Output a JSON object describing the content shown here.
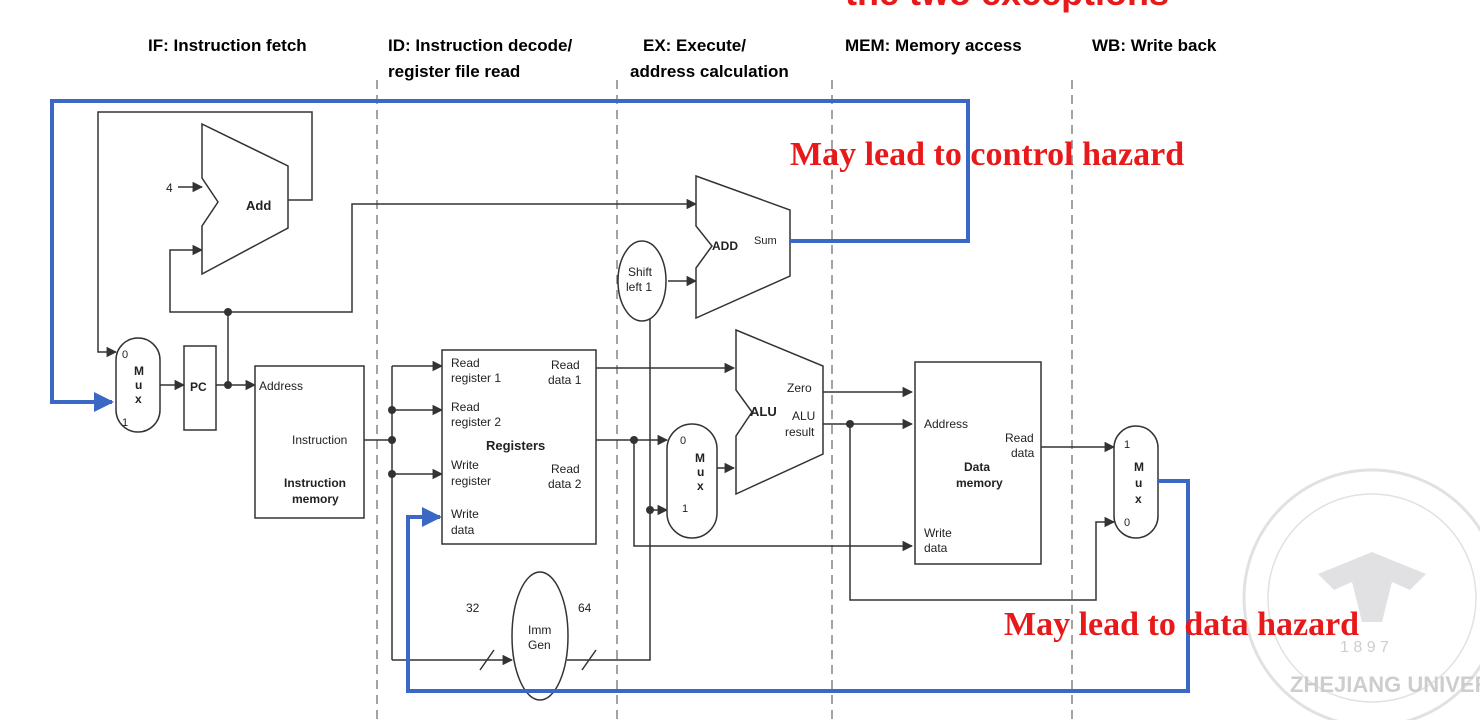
{
  "header": {
    "cut_title": "the two exceptions"
  },
  "stages": [
    {
      "line1": "IF: Instruction fetch",
      "line2": ""
    },
    {
      "line1": "ID: Instruction decode/",
      "line2": " register file read"
    },
    {
      "line1": "EX: Execute/",
      "line2": "address calculation"
    },
    {
      "line1": "MEM: Memory access",
      "line2": ""
    },
    {
      "line1": "WB: Write back",
      "line2": ""
    }
  ],
  "annotations": {
    "control_hazard": "May lead to control hazard",
    "data_hazard": "May lead to data hazard"
  },
  "colors": {
    "hazard_text": "#e8191a",
    "hazard_path": "#3b68c4",
    "wires": "#333333",
    "stage_divider": "#666666"
  },
  "components": {
    "pc": "PC",
    "add_if": "Add",
    "four": "4",
    "add_ex": "ADD",
    "sum": "Sum",
    "shift": [
      "Shift",
      "left 1"
    ],
    "mux_if": {
      "top": "0",
      "letters": [
        "M",
        "u",
        "x"
      ],
      "bottom": "1"
    },
    "instr_mem": {
      "address": "Address",
      "instruction": "Instruction",
      "name1": "Instruction",
      "name2": "memory"
    },
    "registers": {
      "read_reg1": [
        "Read",
        "register 1"
      ],
      "read_reg2": [
        "Read",
        "register 2"
      ],
      "write_reg": [
        "Write",
        "register"
      ],
      "write_data": [
        "Write",
        "data"
      ],
      "read_data1": [
        "Read",
        "data 1"
      ],
      "read_data2": [
        "Read",
        "data 2"
      ],
      "name": "Registers"
    },
    "mux_ex": {
      "top": "0",
      "letters": [
        "M",
        "u",
        "x"
      ],
      "bottom": "1"
    },
    "alu": {
      "name": "ALU",
      "zero": "Zero",
      "result1": "ALU",
      "result2": "result"
    },
    "data_mem": {
      "address": "Address",
      "read_data": [
        "Read",
        "data"
      ],
      "write_data": [
        "Write",
        "data"
      ],
      "name1": "Data",
      "name2": "memory"
    },
    "mux_wb": {
      "top": "1",
      "letters": [
        "M",
        "u",
        "x"
      ],
      "bottom": "0"
    },
    "imm_gen": {
      "name1": "Imm",
      "name2": "Gen",
      "in_width": "32",
      "out_width": "64"
    }
  },
  "seal": {
    "year": "1 8 9 7",
    "lettering": "ZHEJIANG UNIVERSITY"
  }
}
